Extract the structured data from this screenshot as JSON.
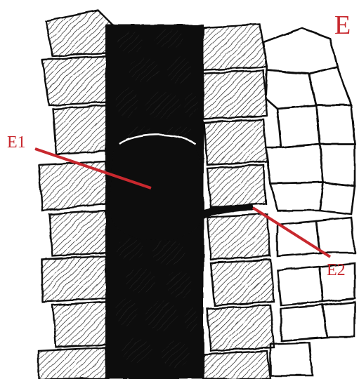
{
  "figure": {
    "panel_letter": "E",
    "labels": [
      {
        "id": "e1",
        "text": "E1"
      },
      {
        "id": "e2",
        "text": "E2"
      }
    ]
  },
  "colors": {
    "label_red": "#c8282e",
    "ink": "#111111",
    "background": "#ffffff"
  }
}
